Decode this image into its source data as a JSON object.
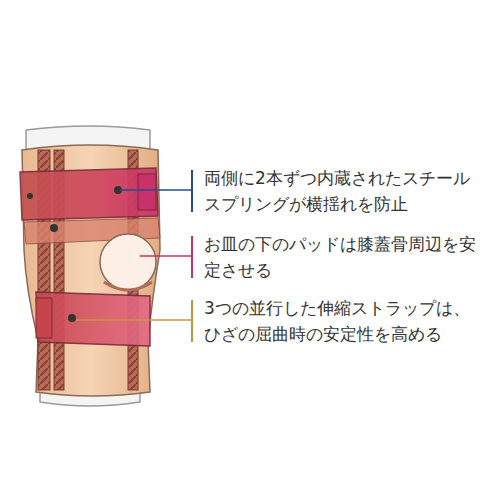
{
  "diagram": {
    "labels": [
      "両側に2本ずつ内蔵されたスチール スプリングが横揺れを防止",
      "お皿の下のパッドは膝蓋骨周辺を安 定させる",
      "3つの並行した伸縮ストラップは、 ひざの屈曲時の安定性を高める"
    ]
  }
}
